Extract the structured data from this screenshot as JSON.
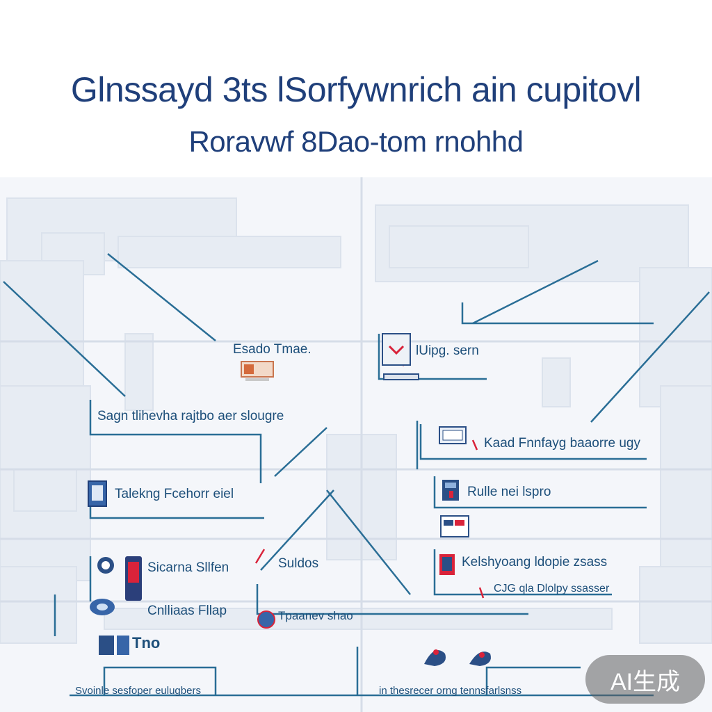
{
  "title": "Glnssayd 3ts lSorfywnrich ain cupitovl",
  "subtitle": "Roravwf 8Dao-tom rnohhd",
  "labels": {
    "a": "Esado Tmae.",
    "b": "lUipg. sern",
    "c": "Sagn tlihevha rajtbo aer slougre",
    "d": "Kaad Fnnfayg baaorre ugy",
    "e": "Talekng Fcehorr eiel",
    "f": "Rulle nei lspro",
    "g": "Sicarna Sllfen",
    "h": "Suldos",
    "i": "Kelshyoang ldopie zsass",
    "j": "CJG qla Dlolpy ssasser",
    "k": "Cnlliaas Fllap",
    "l": "Tpaanev shao",
    "m": "Tno",
    "n": "Svoinle sesfoper eulugbers",
    "o": "in thesrecer orng tennsfarlsnss"
  },
  "badge": "AI生成",
  "colors": {
    "title": "#1f3f7a",
    "line": "#2a6e96",
    "accent": "#d9233a",
    "bg": "#eef2f7"
  }
}
